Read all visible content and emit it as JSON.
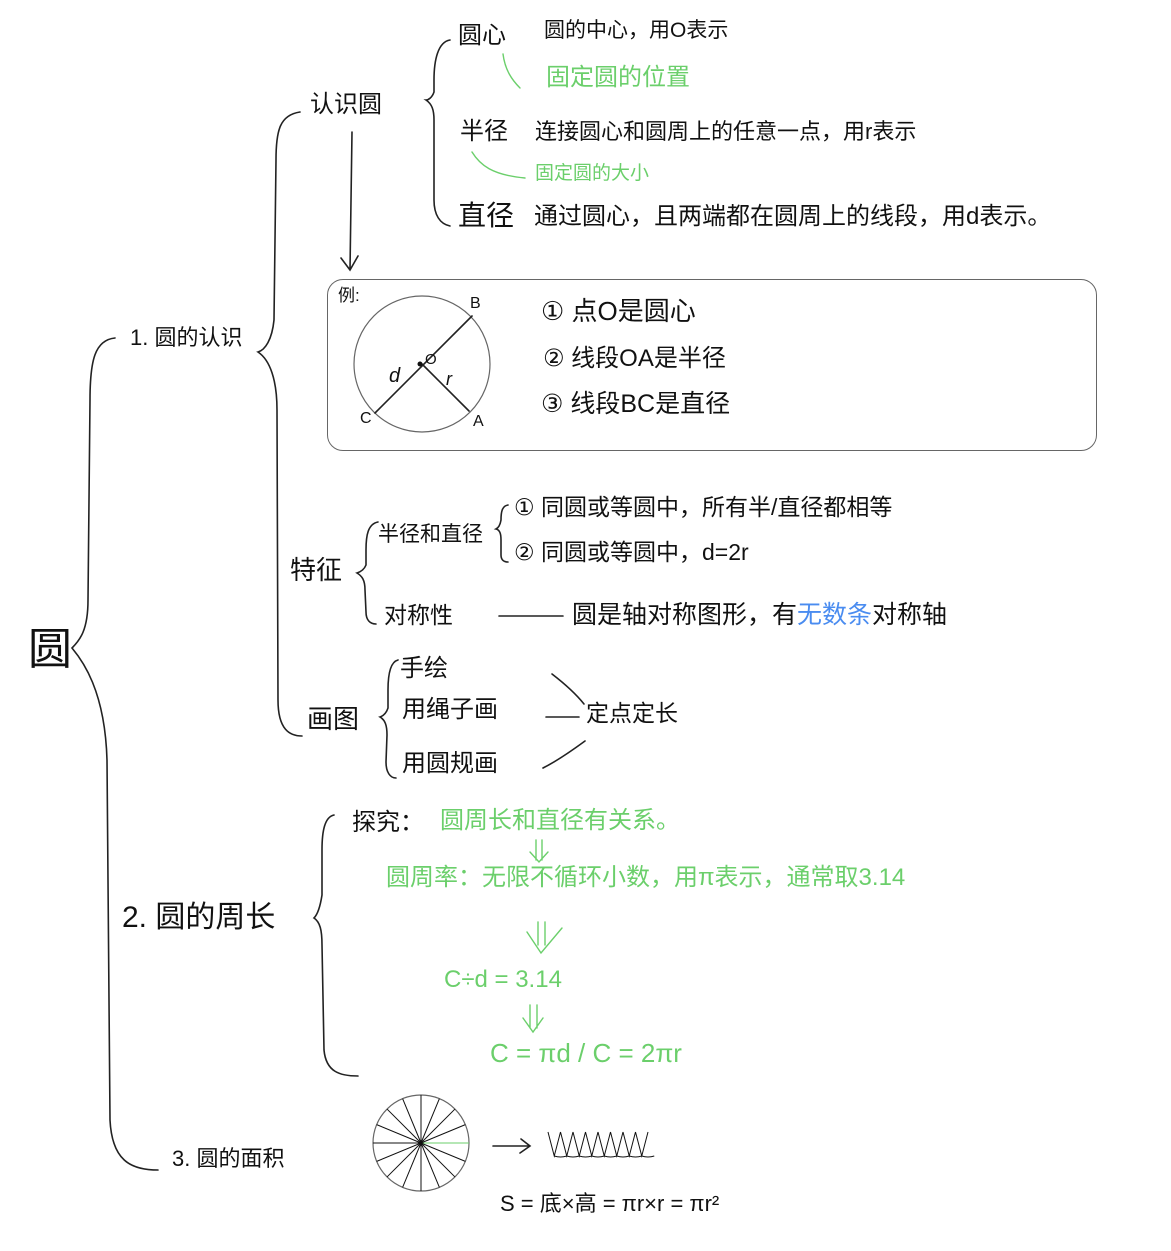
{
  "root": "圆",
  "section1": {
    "title": "1. 圆的认识",
    "know": {
      "title": "认识圆",
      "center": {
        "term": "圆心",
        "definition": "圆的中心，用O表示",
        "note": "固定圆的位置"
      },
      "radius": {
        "term": "半径",
        "definition": "连接圆心和圆周上的任意一点，用r表示",
        "note": "固定圆的大小"
      },
      "diameter": {
        "term": "直径",
        "definition": "通过圆心，且两端都在圆周上的线段，用d表示。"
      }
    },
    "example": {
      "label": "例:",
      "points": {
        "B": "B",
        "O": "O",
        "C": "C",
        "A": "A",
        "d": "d",
        "r": "r"
      },
      "items": [
        "① 点O是圆心",
        "② 线段OA是半径",
        "③ 线段BC是直径"
      ]
    },
    "features": {
      "title": "特征",
      "radius_diameter": {
        "title": "半径和直径",
        "items": [
          "① 同圆或等圆中，所有半/直径都相等",
          "② 同圆或等圆中，d=2r"
        ]
      },
      "symmetry": {
        "title": "对称性",
        "text_before": "圆是轴对称图形，有",
        "highlight": "无数条",
        "text_after": "对称轴"
      }
    },
    "drawing": {
      "title": "画图",
      "methods": [
        "手绘",
        "用绳子画",
        "用圆规画"
      ],
      "principle": "定点定长"
    }
  },
  "section2": {
    "title": "2. 圆的周长",
    "explore_label": "探究：",
    "explore": "圆周长和直径有关系。",
    "pi": "圆周率：无限不循环小数，用π表示，通常取3.14",
    "ratio": "C÷d = 3.14",
    "formula": "C = πd / C = 2πr"
  },
  "section3": {
    "title": "3. 圆的面积",
    "formula": "S = 底×高 = πr×r = πr²",
    "sectors": 16
  },
  "colors": {
    "ink": "#222222",
    "green": "#6bcf6b",
    "blue": "#4a8cf0"
  }
}
